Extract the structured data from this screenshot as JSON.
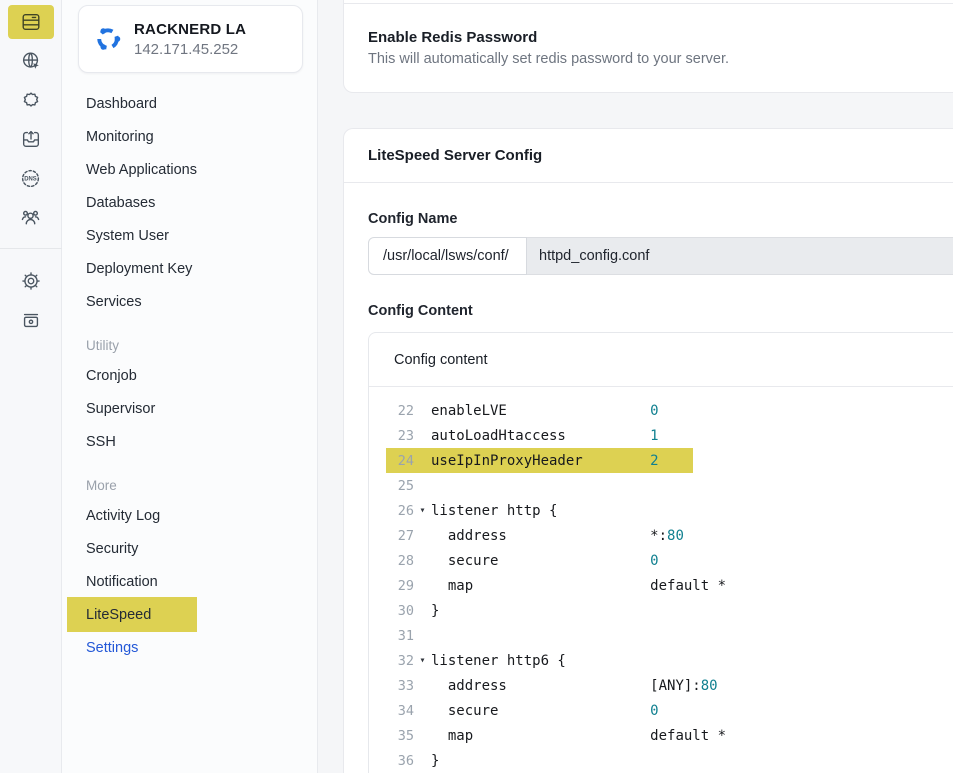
{
  "sidebar": {
    "server": {
      "name": "RACKNERD LA",
      "ip": "142.171.45.252"
    },
    "rail_icons": [
      "server",
      "web-applications",
      "apps",
      "deployment",
      "dns",
      "users",
      "settings",
      "archive"
    ],
    "menu": [
      {
        "label": "Dashboard",
        "type": "item"
      },
      {
        "label": "Monitoring",
        "type": "item"
      },
      {
        "label": "Web Applications",
        "type": "item"
      },
      {
        "label": "Databases",
        "type": "item"
      },
      {
        "label": "System User",
        "type": "item"
      },
      {
        "label": "Deployment Key",
        "type": "item"
      },
      {
        "label": "Services",
        "type": "item"
      },
      {
        "label": "Utility",
        "type": "section"
      },
      {
        "label": "Cronjob",
        "type": "item"
      },
      {
        "label": "Supervisor",
        "type": "item"
      },
      {
        "label": "SSH",
        "type": "item"
      },
      {
        "label": "More",
        "type": "section"
      },
      {
        "label": "Activity Log",
        "type": "item"
      },
      {
        "label": "Security",
        "type": "item"
      },
      {
        "label": "Notification",
        "type": "item"
      },
      {
        "label": "LiteSpeed",
        "type": "item",
        "highlight": true
      },
      {
        "label": "Settings",
        "type": "item",
        "link": true
      }
    ]
  },
  "redis_card": {
    "title": "Enable Redis Password",
    "subtitle": "This will automatically set redis password to your server."
  },
  "litespeed_card": {
    "title": "LiteSpeed Server Config",
    "config_name_label": "Config Name",
    "config_path_prefix": "/usr/local/lsws/conf/",
    "config_name_value": "httpd_config.conf",
    "config_content_label": "Config Content",
    "editor_title": "Config content"
  },
  "editor": {
    "lines": [
      {
        "num": 22,
        "segments": [
          {
            "t": "enableLVE                 "
          },
          {
            "t": "0",
            "v": true
          }
        ]
      },
      {
        "num": 23,
        "segments": [
          {
            "t": "autoLoadHtaccess          "
          },
          {
            "t": "1",
            "v": true
          }
        ]
      },
      {
        "num": 24,
        "hl": true,
        "segments": [
          {
            "t": "useIpInProxyHeader        "
          },
          {
            "t": "2",
            "v": true
          }
        ]
      },
      {
        "num": 25,
        "segments": []
      },
      {
        "num": 26,
        "fold": true,
        "segments": [
          {
            "t": "listener http {"
          }
        ]
      },
      {
        "num": 27,
        "segments": [
          {
            "t": "  address                 "
          },
          {
            "t": "*:"
          },
          {
            "t": "80",
            "v": true
          }
        ]
      },
      {
        "num": 28,
        "segments": [
          {
            "t": "  secure                  "
          },
          {
            "t": "0",
            "v": true
          }
        ]
      },
      {
        "num": 29,
        "segments": [
          {
            "t": "  map                     "
          },
          {
            "t": "default *"
          }
        ]
      },
      {
        "num": 30,
        "segments": [
          {
            "t": "}"
          }
        ]
      },
      {
        "num": 31,
        "segments": []
      },
      {
        "num": 32,
        "fold": true,
        "segments": [
          {
            "t": "listener http6 {"
          }
        ]
      },
      {
        "num": 33,
        "segments": [
          {
            "t": "  address                 "
          },
          {
            "t": "[ANY]:"
          },
          {
            "t": "80",
            "v": true
          }
        ]
      },
      {
        "num": 34,
        "segments": [
          {
            "t": "  secure                  "
          },
          {
            "t": "0",
            "v": true
          }
        ]
      },
      {
        "num": 35,
        "segments": [
          {
            "t": "  map                     "
          },
          {
            "t": "default *"
          }
        ]
      },
      {
        "num": 36,
        "segments": [
          {
            "t": "}"
          }
        ]
      }
    ]
  },
  "colors": {
    "highlight_yellow": "#ddd152",
    "code_value_teal": "#108090",
    "link_blue": "#2358d7",
    "logo_blue": "#2173e0"
  }
}
